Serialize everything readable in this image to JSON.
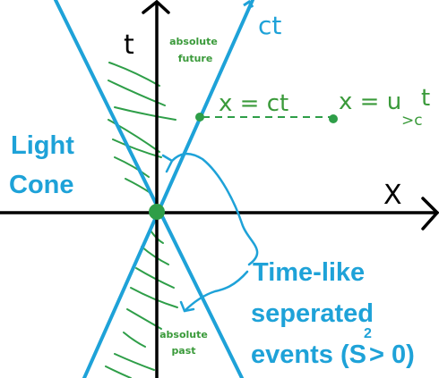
{
  "labels": {
    "t_axis": "t",
    "ct_line": "ct",
    "x_axis": "X",
    "absolute_future_1": "absolute",
    "absolute_future_2": "future",
    "absolute_past_1": "absolute",
    "absolute_past_2": "past",
    "x_eq_ct": "x = ct",
    "x_eq_u_prefix": "x = u",
    "x_eq_u_sub": ">c",
    "x_eq_u_suffix": "t",
    "light_cone_1": "Light",
    "light_cone_2": "Cone",
    "timelike_1": "Time-like",
    "timelike_2": "seperated",
    "timelike_3_prefix": "events (S",
    "timelike_3_sup": "2",
    "timelike_3_suffix": " > 0)"
  },
  "colors": {
    "cone": "#1ea2d8",
    "axis": "#000000",
    "green": "#2e9e48",
    "label_blue": "#1ea2d8",
    "text_green": "#3a9a3a"
  }
}
